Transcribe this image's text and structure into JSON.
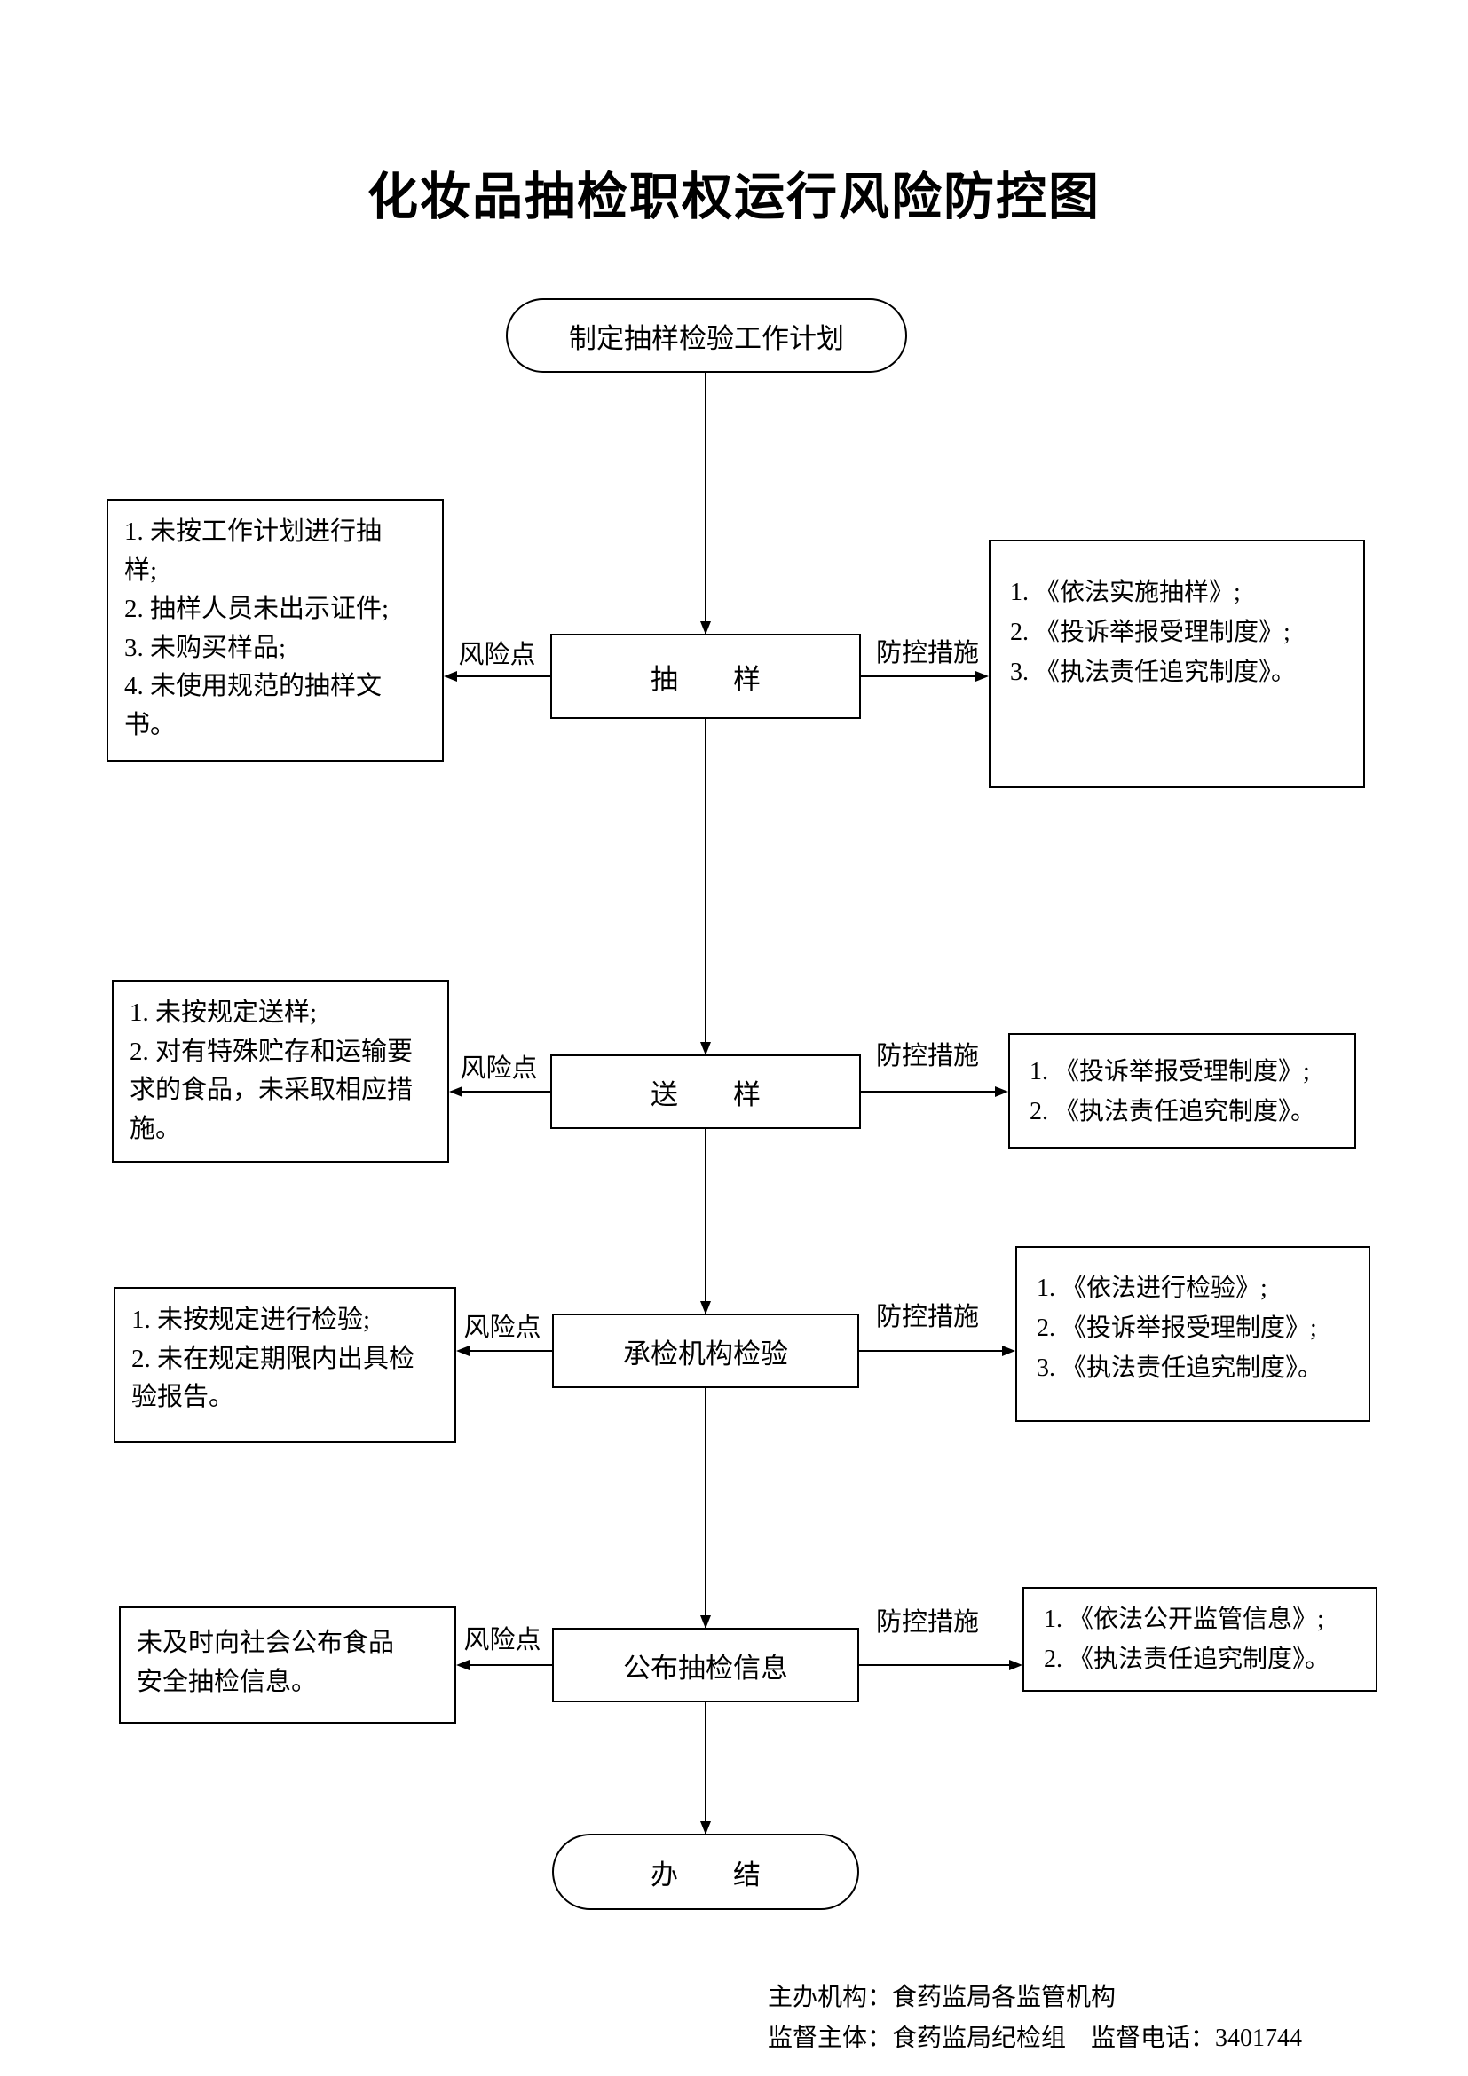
{
  "title": "化妆品抽检职权运行风险防控图",
  "colors": {
    "line": "#000000",
    "background": "#ffffff",
    "text": "#000000"
  },
  "flow": {
    "start": "制定抽样检验工作计划",
    "end": "办　　结",
    "steps": [
      {
        "label": "抽　　样",
        "risk_label": "风险点",
        "control_label": "防控措施",
        "risks": "1. 未按工作计划进行抽\n样;\n2. 抽样人员未出示证件;\n3. 未购买样品;\n4. 未使用规范的抽样文\n书。",
        "controls": "1. 《依法实施抽样》;\n2. 《投诉举报受理制度》;\n3. 《执法责任追究制度》。"
      },
      {
        "label": "送　　样",
        "risk_label": "风险点",
        "control_label": "防控措施",
        "risks": "1. 未按规定送样;\n2. 对有特殊贮存和运输要\n求的食品，未采取相应措\n施。",
        "controls": "1. 《投诉举报受理制度》;\n2. 《执法责任追究制度》。"
      },
      {
        "label": "承检机构检验",
        "risk_label": "风险点",
        "control_label": "防控措施",
        "risks": "1. 未按规定进行检验;\n2. 未在规定期限内出具检\n验报告。",
        "controls": "1. 《依法进行检验》;\n2. 《投诉举报受理制度》;\n3. 《执法责任追究制度》。"
      },
      {
        "label": "公布抽检信息",
        "risk_label": "风险点",
        "control_label": "防控措施",
        "risks": "未及时向社会公布食品\n安全抽检信息。",
        "controls": "1. 《依法公开监管信息》;\n2. 《执法责任追究制度》。"
      }
    ]
  },
  "footer": {
    "organizer": "主办机构：食药监局各监管机构",
    "supervisor": "监督主体：食药监局纪检组　监督电话：3401744"
  }
}
